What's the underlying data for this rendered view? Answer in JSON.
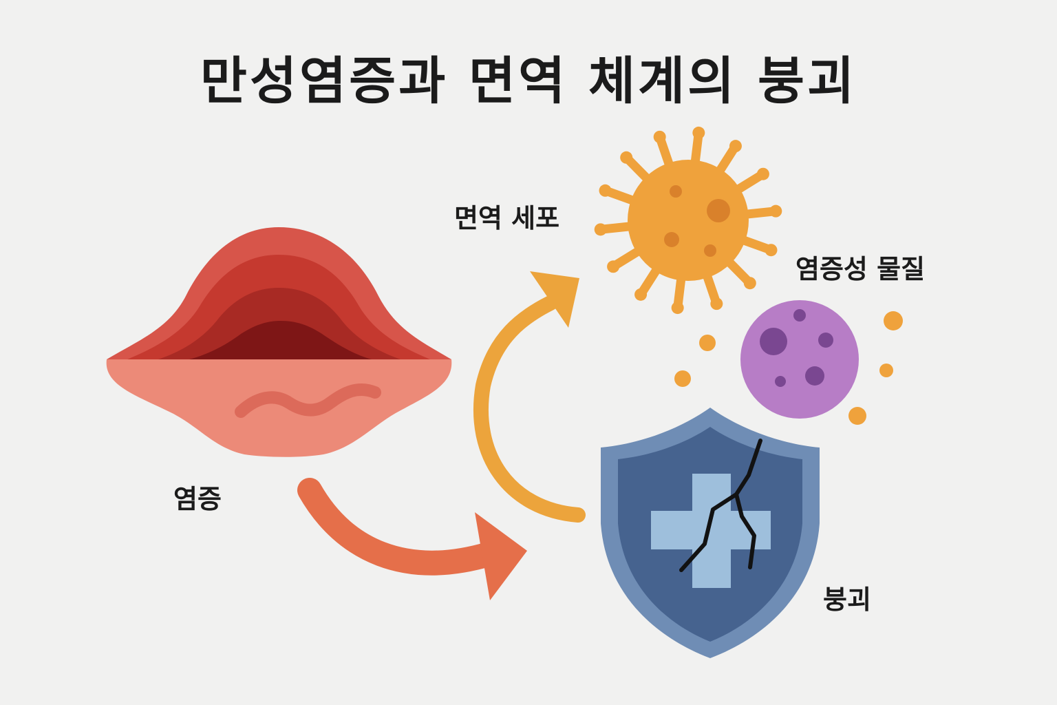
{
  "title": "만성염증과 면역 체계의 붕괴",
  "labels": {
    "inflammation": "염증",
    "immune_cell": "면역 세포",
    "inflammatory_substance": "염증성 물질",
    "collapse": "붕괴"
  },
  "icons": {
    "inflammation": "inflamed-tissue-icon",
    "immune_cell": "immune-cell-icon",
    "inflammatory_substance": "purple-particle-icon",
    "collapse": "cracked-shield-icon"
  },
  "colors": {
    "background": "#f1f1f0",
    "tissue_top": "#d9534a",
    "tissue_bottom": "#ec8a78",
    "immune_cell": "#efa23c",
    "substance": "#b77dc6",
    "shield": "#46638f",
    "shield_cross": "#9ebfdc",
    "arrow_orange": "#eca43c",
    "arrow_red": "#e56f4a"
  }
}
